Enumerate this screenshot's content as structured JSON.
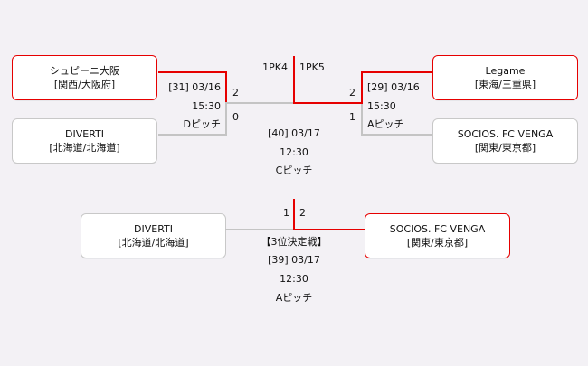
{
  "semifinal_left": {
    "team_top": {
      "name": "シュピーニ大阪",
      "region": "[関西/大阪府]"
    },
    "team_bottom": {
      "name": "DIVERTI",
      "region": "[北海道/北海道]"
    },
    "score_top": "2",
    "score_bottom": "0",
    "match": "[31] 03/16",
    "time": "15:30",
    "pitch": "Dピッチ"
  },
  "semifinal_right": {
    "team_top": {
      "name": "Legame",
      "region": "[東海/三重県]"
    },
    "team_bottom": {
      "name": "SOCIOS. FC VENGA",
      "region": "[関東/東京都]"
    },
    "score_top": "2",
    "score_bottom": "1",
    "match": "[29] 03/16",
    "time": "15:30",
    "pitch": "Aピッチ"
  },
  "final": {
    "score_left": "1PK4",
    "score_right": "1PK5",
    "match": "[40] 03/17",
    "time": "12:30",
    "pitch": "Cピッチ"
  },
  "third_place": {
    "title": "【3位決定戦】",
    "team_left": {
      "name": "DIVERTI",
      "region": "[北海道/北海道]"
    },
    "team_right": {
      "name": "SOCIOS. FC VENGA",
      "region": "[関東/東京都]"
    },
    "score_left": "1",
    "score_right": "2",
    "match": "[39] 03/17",
    "time": "12:30",
    "pitch": "Aピッチ"
  },
  "colors": {
    "winner": "#e60000",
    "loser": "#c4c4c4",
    "background": "#f3f1f5"
  }
}
